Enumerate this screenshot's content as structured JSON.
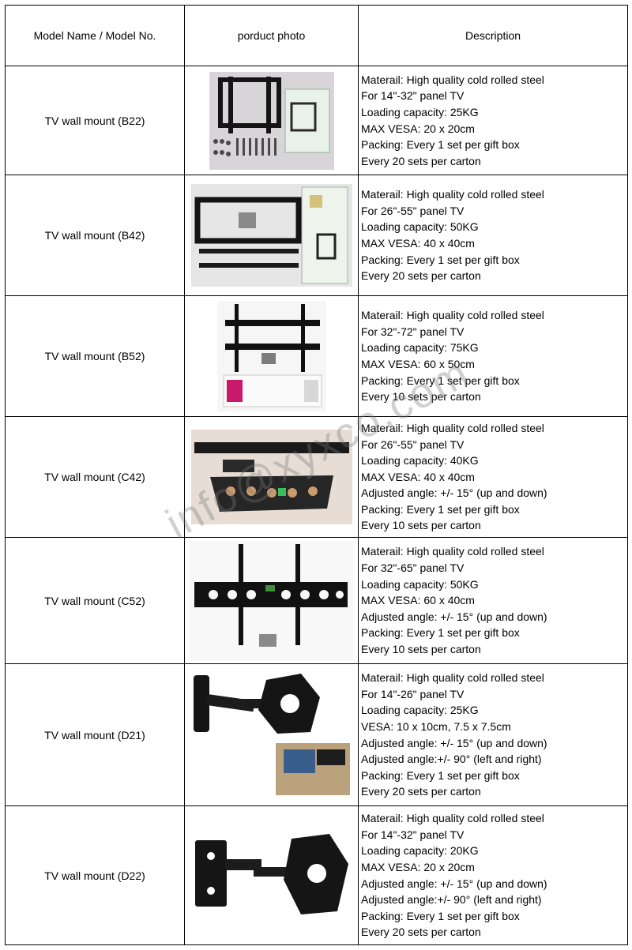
{
  "header": {
    "model": "Model Name / Model No.",
    "photo": "porduct photo",
    "description": "Description"
  },
  "rows": [
    {
      "model": "TV wall mount (B22)",
      "photo_icon": "b22-flat-mount-photo",
      "lines": [
        "Materail: High quality cold rolled steel",
        "For 14\"-32\" panel TV",
        "Loading capacity: 25KG",
        "MAX VESA: 20 x 20cm",
        "Packing: Every 1 set per gift box",
        "Every 20 sets per carton"
      ]
    },
    {
      "model": "TV wall mount (B42)",
      "photo_icon": "b42-flat-mount-photo",
      "lines": [
        "Materail: High quality cold rolled steel",
        "For 26\"-55\"  panel TV",
        "Loading capacity: 50KG",
        "MAX VESA: 40 x 40cm",
        "Packing: Every 1 set per gift box",
        "Every 20 sets per carton"
      ]
    },
    {
      "model": "TV wall mount (B52)",
      "photo_icon": "b52-flat-mount-photo",
      "lines": [
        "Materail: High quality cold rolled steel",
        "For 32\"-72\"  panel TV",
        "Loading capacity: 75KG",
        "MAX VESA: 60 x 50cm",
        "Packing: Every 1 set per gift box",
        "Every 10 sets per carton"
      ]
    },
    {
      "model": "TV wall mount (C42)",
      "photo_icon": "c42-tilt-mount-photo",
      "lines": [
        "Materail: High quality cold rolled steel",
        "For 26\"-55\" panel TV",
        "Loading capacity: 40KG",
        "MAX VESA: 40 x 40cm",
        "Adjusted angle: +/- 15° (up and down)",
        "Packing: Every 1 set per gift box",
        "Every 10 sets per carton"
      ]
    },
    {
      "model": "TV wall mount (C52)",
      "photo_icon": "c52-tilt-mount-photo",
      "lines": [
        "Materail: High quality cold rolled steel",
        "For 32\"-65\" panel TV",
        "Loading capacity: 50KG",
        "MAX VESA: 60 x 40cm",
        "Adjusted angle: +/- 15° (up and down)",
        "Packing: Every 1 set per gift box",
        "Every 10 sets per carton"
      ]
    },
    {
      "model": "TV wall mount (D21)",
      "photo_icon": "d21-swivel-arm-photo",
      "lines": [
        "Materail: High quality cold rolled steel",
        "For 14\"-26\" panel TV",
        "Loading capacity: 25KG",
        "VESA: 10 x 10cm, 7.5 x 7.5cm",
        "Adjusted angle: +/- 15° (up and down)",
        "Adjusted angle:+/- 90° (left and right)",
        "Packing: Every 1 set per gift box",
        "Every 20 sets per carton"
      ]
    },
    {
      "model": "TV wall mount (D22)",
      "photo_icon": "d22-swivel-arm-photo",
      "lines": [
        "Materail: High quality cold rolled steel",
        "For 14\"-32\" panel TV",
        "Loading capacity: 20KG",
        "MAX VESA: 20 x 20cm",
        "Adjusted angle: +/- 15° (up and down)",
        "Adjusted angle:+/- 90° (left and right)",
        "Packing: Every 1 set per gift box",
        "Every 20 sets per carton"
      ]
    }
  ],
  "watermark": "info@xyxco.com"
}
